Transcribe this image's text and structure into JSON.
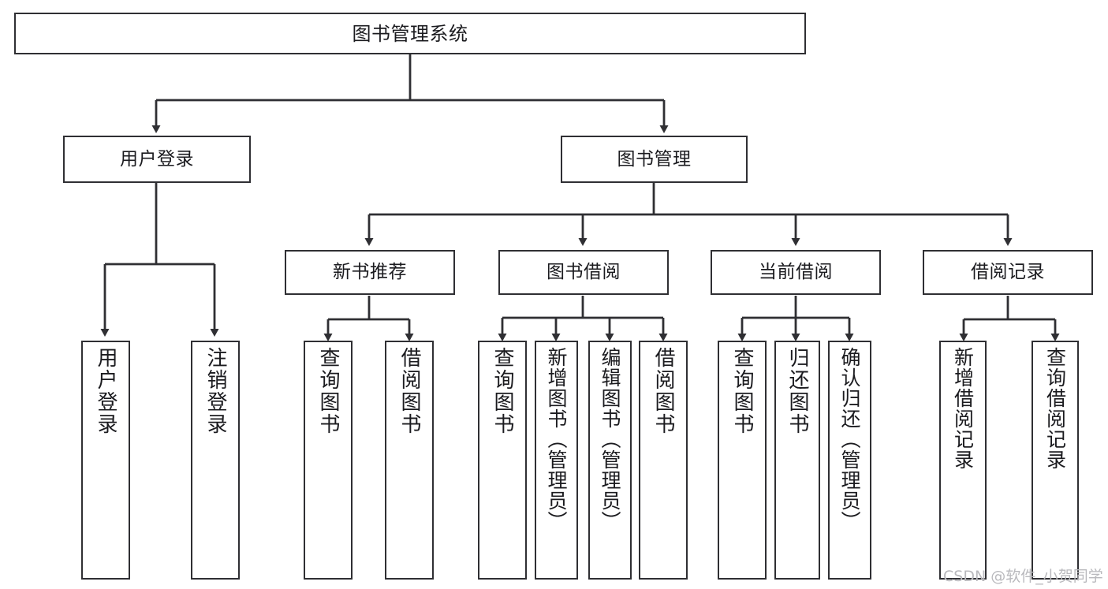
{
  "diagram": {
    "title": "图书管理系统",
    "type": "tree-hierarchy-chart",
    "levels": 4,
    "nodes": {
      "root": {
        "label": "图书管理系统"
      },
      "level2": [
        {
          "label": "用户登录"
        },
        {
          "label": "图书管理"
        }
      ],
      "level3": [
        {
          "label": "新书推荐"
        },
        {
          "label": "图书借阅"
        },
        {
          "label": "当前借阅"
        },
        {
          "label": "借阅记录"
        }
      ],
      "leaves": {
        "user_login": [
          {
            "label": "用户登录"
          },
          {
            "label": "注销登录"
          }
        ],
        "new_book_recommend": [
          {
            "label": "查询图书"
          },
          {
            "label": "借阅图书"
          }
        ],
        "book_borrow": [
          {
            "label": "查询图书"
          },
          {
            "label": "新增图书（管理员）"
          },
          {
            "label": "编辑图书（管理员）"
          },
          {
            "label": "借阅图书"
          }
        ],
        "current_borrow": [
          {
            "label": "查询图书"
          },
          {
            "label": "归还图书"
          },
          {
            "label": "确认归还（管理员）"
          }
        ],
        "borrow_record": [
          {
            "label": "新增借阅记录"
          },
          {
            "label": "查询借阅记录"
          }
        ]
      }
    },
    "watermark": "CSDN @软件_小贺同学",
    "colors": {
      "stroke": "#2f2f33",
      "fill": "#ffffff",
      "text": "#1b1b1f",
      "watermark": "#b9b9bd"
    }
  }
}
